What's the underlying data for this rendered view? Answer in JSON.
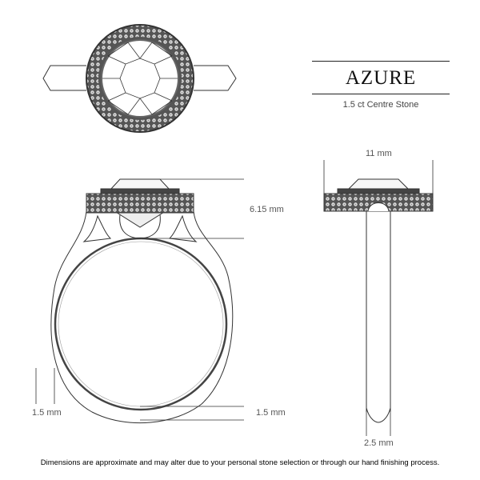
{
  "header": {
    "title": "AZURE",
    "subtitle": "1.5 ct Centre Stone"
  },
  "dimensions": {
    "height": "6.15 mm",
    "width": "11 mm",
    "band_thickness_left": "1.5 mm",
    "band_thickness_bottom": "1.5 mm",
    "band_width": "2.5 mm"
  },
  "views": [
    "top-view",
    "front-view",
    "side-view"
  ],
  "footer": {
    "disclaimer": "Dimensions are approximate and may alter due to your personal stone selection or through our hand finishing process."
  }
}
